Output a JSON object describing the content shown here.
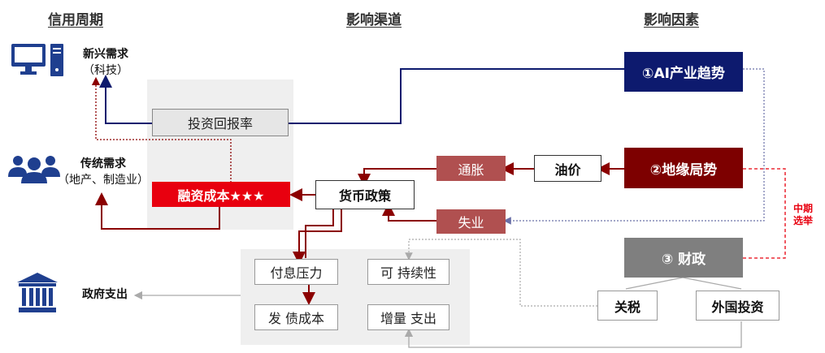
{
  "headers": {
    "credit_cycle": "信用周期",
    "channels": "影响渠道",
    "factors": "影响因素"
  },
  "demand": {
    "emerging_title": "新兴需求",
    "emerging_sub": "（科技）",
    "traditional_title": "传统需求",
    "traditional_sub": "（地产、制造业）",
    "gov_spending": "政府支出"
  },
  "channels": {
    "roi": "投资回报率",
    "financing_cost": "融资成本★★★",
    "monetary_policy": "货币政策",
    "inflation": "通胀",
    "unemployment": "失业",
    "oil_price": "油价",
    "interest_pressure": "付息压力",
    "sustainability": "可 持续性",
    "issuance_cost": "发 债成本",
    "incremental_spending": "增量 支出"
  },
  "factors": {
    "ai_trend": "①AI产业趋势",
    "geopolitics": "②地缘局势",
    "fiscal": "③ 财政",
    "tariff": "关税",
    "foreign_investment": "外国投资",
    "midterm_election": "中期\n选举"
  },
  "colors": {
    "navy": "#0d1a6e",
    "dark_red": "#8b0000",
    "bright_red": "#e8000f",
    "muted_red": "#b05050",
    "grey_box": "#7f7f7f",
    "icon_blue": "#1f3f8f"
  }
}
